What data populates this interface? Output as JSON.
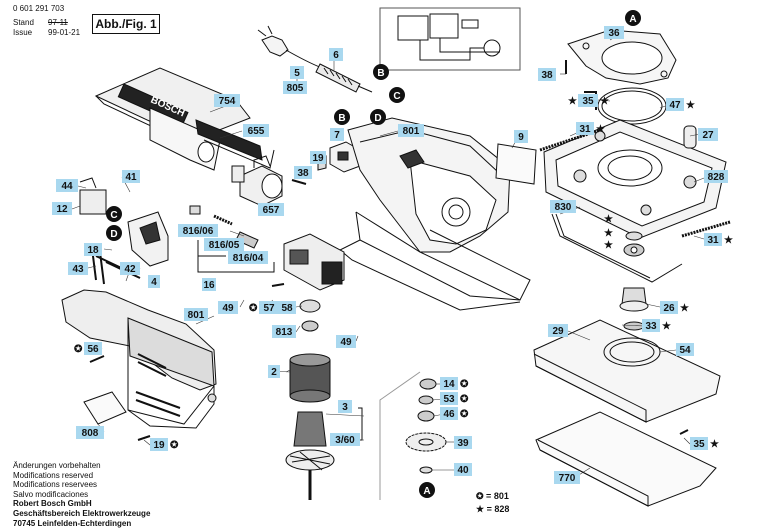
{
  "header": {
    "part_number": "0 601 291 703",
    "stand_label": "Stand",
    "issue_label": "Issue",
    "stand_date": "97-11",
    "issue_date": "99-01-21",
    "figure_title": "Abb./Fig. 1"
  },
  "footer": {
    "lines": [
      "Änderungen vorbehalten",
      "Modifications reserved",
      "Modifications reservees",
      "Salvo modificaciones"
    ],
    "company_lines": [
      "Robert Bosch GmbH",
      "Geschäftsbereich Elektrowerkzeuge",
      "70745 Leinfelden-Echterdingen"
    ]
  },
  "legend": {
    "items": [
      {
        "symbol": "✪",
        "value": "801"
      },
      {
        "symbol": "★",
        "value": "828"
      }
    ]
  },
  "brand_text": "BOSCH",
  "callouts": [
    {
      "id": "c6",
      "text": "6"
    },
    {
      "id": "c5",
      "text": "5"
    },
    {
      "id": "c805",
      "text": "805"
    },
    {
      "id": "c754",
      "text": "754"
    },
    {
      "id": "c655",
      "text": "655"
    },
    {
      "id": "c657",
      "text": "657"
    },
    {
      "id": "c7",
      "text": "7"
    },
    {
      "id": "c19a",
      "text": "19"
    },
    {
      "id": "c801a",
      "text": "801"
    },
    {
      "id": "c38a",
      "text": "38"
    },
    {
      "id": "c9",
      "text": "9"
    },
    {
      "id": "c36",
      "text": "36"
    },
    {
      "id": "c38b",
      "text": "38"
    },
    {
      "id": "c35a",
      "text": "35"
    },
    {
      "id": "c47",
      "text": "47"
    },
    {
      "id": "c31a",
      "text": "31"
    },
    {
      "id": "c27",
      "text": "27"
    },
    {
      "id": "c828",
      "text": "828"
    },
    {
      "id": "c830",
      "text": "830"
    },
    {
      "id": "c31b",
      "text": "31"
    },
    {
      "id": "c44",
      "text": "44"
    },
    {
      "id": "c41",
      "text": "41"
    },
    {
      "id": "c12",
      "text": "12"
    },
    {
      "id": "c18",
      "text": "18"
    },
    {
      "id": "c43",
      "text": "43"
    },
    {
      "id": "c42",
      "text": "42"
    },
    {
      "id": "c4",
      "text": "4"
    },
    {
      "id": "c816_06",
      "text": "816/06"
    },
    {
      "id": "c816_05",
      "text": "816/05"
    },
    {
      "id": "c816_04",
      "text": "816/04"
    },
    {
      "id": "c16",
      "text": "16"
    },
    {
      "id": "c49a",
      "text": "49"
    },
    {
      "id": "c57",
      "text": "57"
    },
    {
      "id": "c58",
      "text": "58"
    },
    {
      "id": "c813",
      "text": "813"
    },
    {
      "id": "c49b",
      "text": "49"
    },
    {
      "id": "c801b",
      "text": "801"
    },
    {
      "id": "c56",
      "text": "56"
    },
    {
      "id": "c2",
      "text": "2"
    },
    {
      "id": "c3",
      "text": "3"
    },
    {
      "id": "c3_60",
      "text": "3/60"
    },
    {
      "id": "c808",
      "text": "808"
    },
    {
      "id": "c19b",
      "text": "19"
    },
    {
      "id": "c14",
      "text": "14"
    },
    {
      "id": "c53",
      "text": "53"
    },
    {
      "id": "c46",
      "text": "46"
    },
    {
      "id": "c39",
      "text": "39"
    },
    {
      "id": "c40",
      "text": "40"
    },
    {
      "id": "c26",
      "text": "26"
    },
    {
      "id": "c33",
      "text": "33"
    },
    {
      "id": "c29",
      "text": "29"
    },
    {
      "id": "c54",
      "text": "54"
    },
    {
      "id": "c35b",
      "text": "35"
    },
    {
      "id": "c770",
      "text": "770"
    }
  ],
  "markers": [
    {
      "id": "mB1",
      "text": "B"
    },
    {
      "id": "mC1",
      "text": "C"
    },
    {
      "id": "mD1",
      "text": "D"
    },
    {
      "id": "mB2",
      "text": "B"
    },
    {
      "id": "mC2",
      "text": "C"
    },
    {
      "id": "mD2",
      "text": "D"
    },
    {
      "id": "mA1",
      "text": "A"
    },
    {
      "id": "mA2",
      "text": "A"
    }
  ],
  "symbols": {
    "star": "★",
    "ring": "✪"
  }
}
